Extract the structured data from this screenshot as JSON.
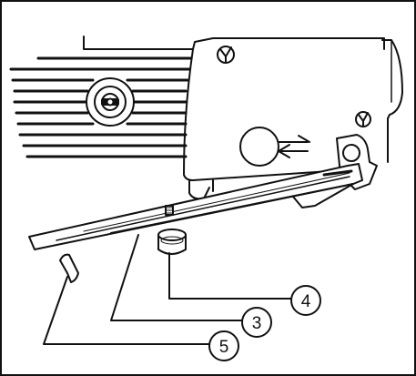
{
  "figure": {
    "callouts": [
      {
        "number": "4"
      },
      {
        "number": "3"
      },
      {
        "number": "5"
      }
    ],
    "icons": [
      "screw-icon",
      "direction-arrows-icon",
      "knob-icon"
    ]
  }
}
